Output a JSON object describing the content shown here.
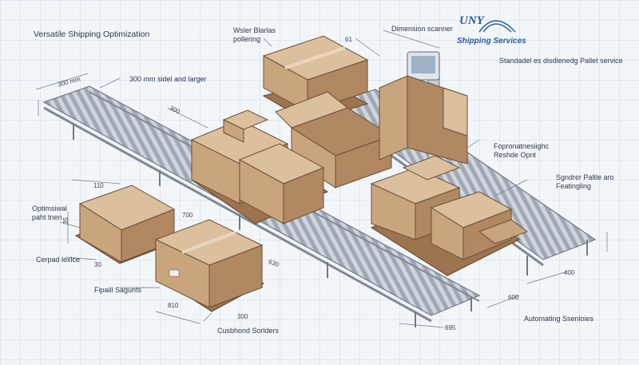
{
  "title": "Versatile Shipping Optimization",
  "brand": {
    "mark": "UNY",
    "name": "Shipping Services",
    "color": "#2b5aa0"
  },
  "labels": {
    "pallet_label_top": "Wsler Blarlas pollering",
    "dimension_scanner": "Dimension scanner",
    "side_spec": "300 mm sidel and larger",
    "pallet_service": "Standadel es disdlenedg Pallet service",
    "profile_scan": "Fopronatnesiighc Reshde Opnt",
    "pallet_features": "Sgndrer Paltle aro Featingling",
    "optimal_path": "Optimsiwal paht tnen",
    "carpet_box": "Cerpad lexlce",
    "pallet_segments": "Fipaill Sagunts",
    "cushioned_sorters": "Cusbhond Sorlders",
    "automating": "Automating Ssenloies"
  },
  "dimensions": {
    "d_300mm": "300 mm",
    "d_300": "300",
    "d_61": "61",
    "d_110": "110",
    "d_700": "700",
    "d_630": "630",
    "d_810": "810",
    "d_300b": "300",
    "d_600": "600",
    "d_695": "695",
    "d_400": "400",
    "d_30": "30",
    "d_35": "35"
  },
  "colors": {
    "box": "#c9a57e",
    "box_top": "#dcbf9d",
    "box_side": "#b08862",
    "tape": "#e8d6bd",
    "roller": "#b7bec7",
    "frame": "#8b95a2",
    "pallet": "#9c7550"
  }
}
